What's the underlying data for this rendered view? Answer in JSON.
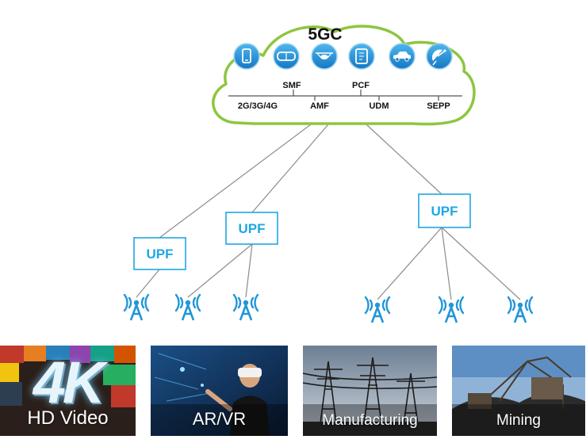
{
  "core": {
    "title": "5GC",
    "functions": [
      "SMF",
      "PCF",
      "2G/3G/4G",
      "AMF",
      "UDM",
      "SEPP"
    ],
    "icons": [
      "smartphone-icon",
      "vr-headset-icon",
      "drone-icon",
      "tablet-icon",
      "car-icon",
      "satellite-dish-icon"
    ]
  },
  "upfs": [
    {
      "label": "UPF"
    },
    {
      "label": "UPF"
    },
    {
      "label": "UPF"
    }
  ],
  "antenna_count": 6,
  "colors": {
    "cloud_stroke": "#8dc63f",
    "upf_border": "#1ea7e6",
    "upf_text": "#1ea7e6",
    "icon_fill": "#2196d8",
    "antenna": "#2196d8",
    "line": "#8c8c8c"
  },
  "scenarios": [
    {
      "label": "HD Video",
      "badge": "4K"
    },
    {
      "label": "AR/VR"
    },
    {
      "label": "Manufacturing"
    },
    {
      "label": "Mining"
    }
  ]
}
